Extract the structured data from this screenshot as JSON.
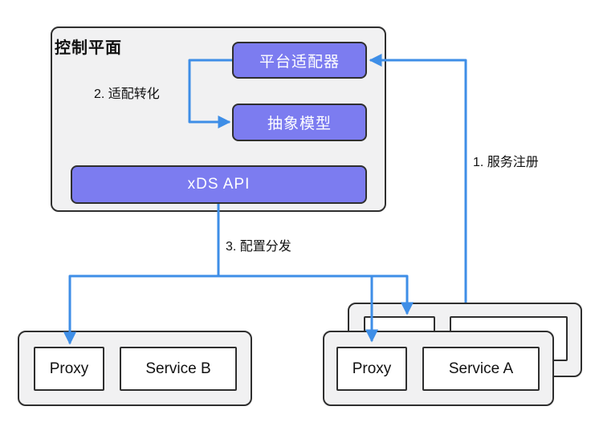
{
  "colors": {
    "arrow": "#3E8EE7",
    "node_fill": "#7C7CF0",
    "node_text": "#FFFFFF",
    "group_fill": "#F1F1F2",
    "border": "#2F2F2F"
  },
  "control_plane": {
    "title": "控制平面"
  },
  "nodes": {
    "platform_adapter": {
      "label": "平台适配器"
    },
    "abstract_model": {
      "label": "抽象模型"
    },
    "xds_api": {
      "label": "xDS API"
    }
  },
  "arrows": {
    "step1": {
      "label": "1. 服务注册"
    },
    "step2": {
      "label": "2. 适配转化"
    },
    "step3": {
      "label": "3. 配置分发"
    }
  },
  "groups": {
    "service_b": {
      "proxy": "Proxy",
      "service": "Service B"
    },
    "service_a": {
      "proxy": "Proxy",
      "service": "Service A"
    }
  }
}
